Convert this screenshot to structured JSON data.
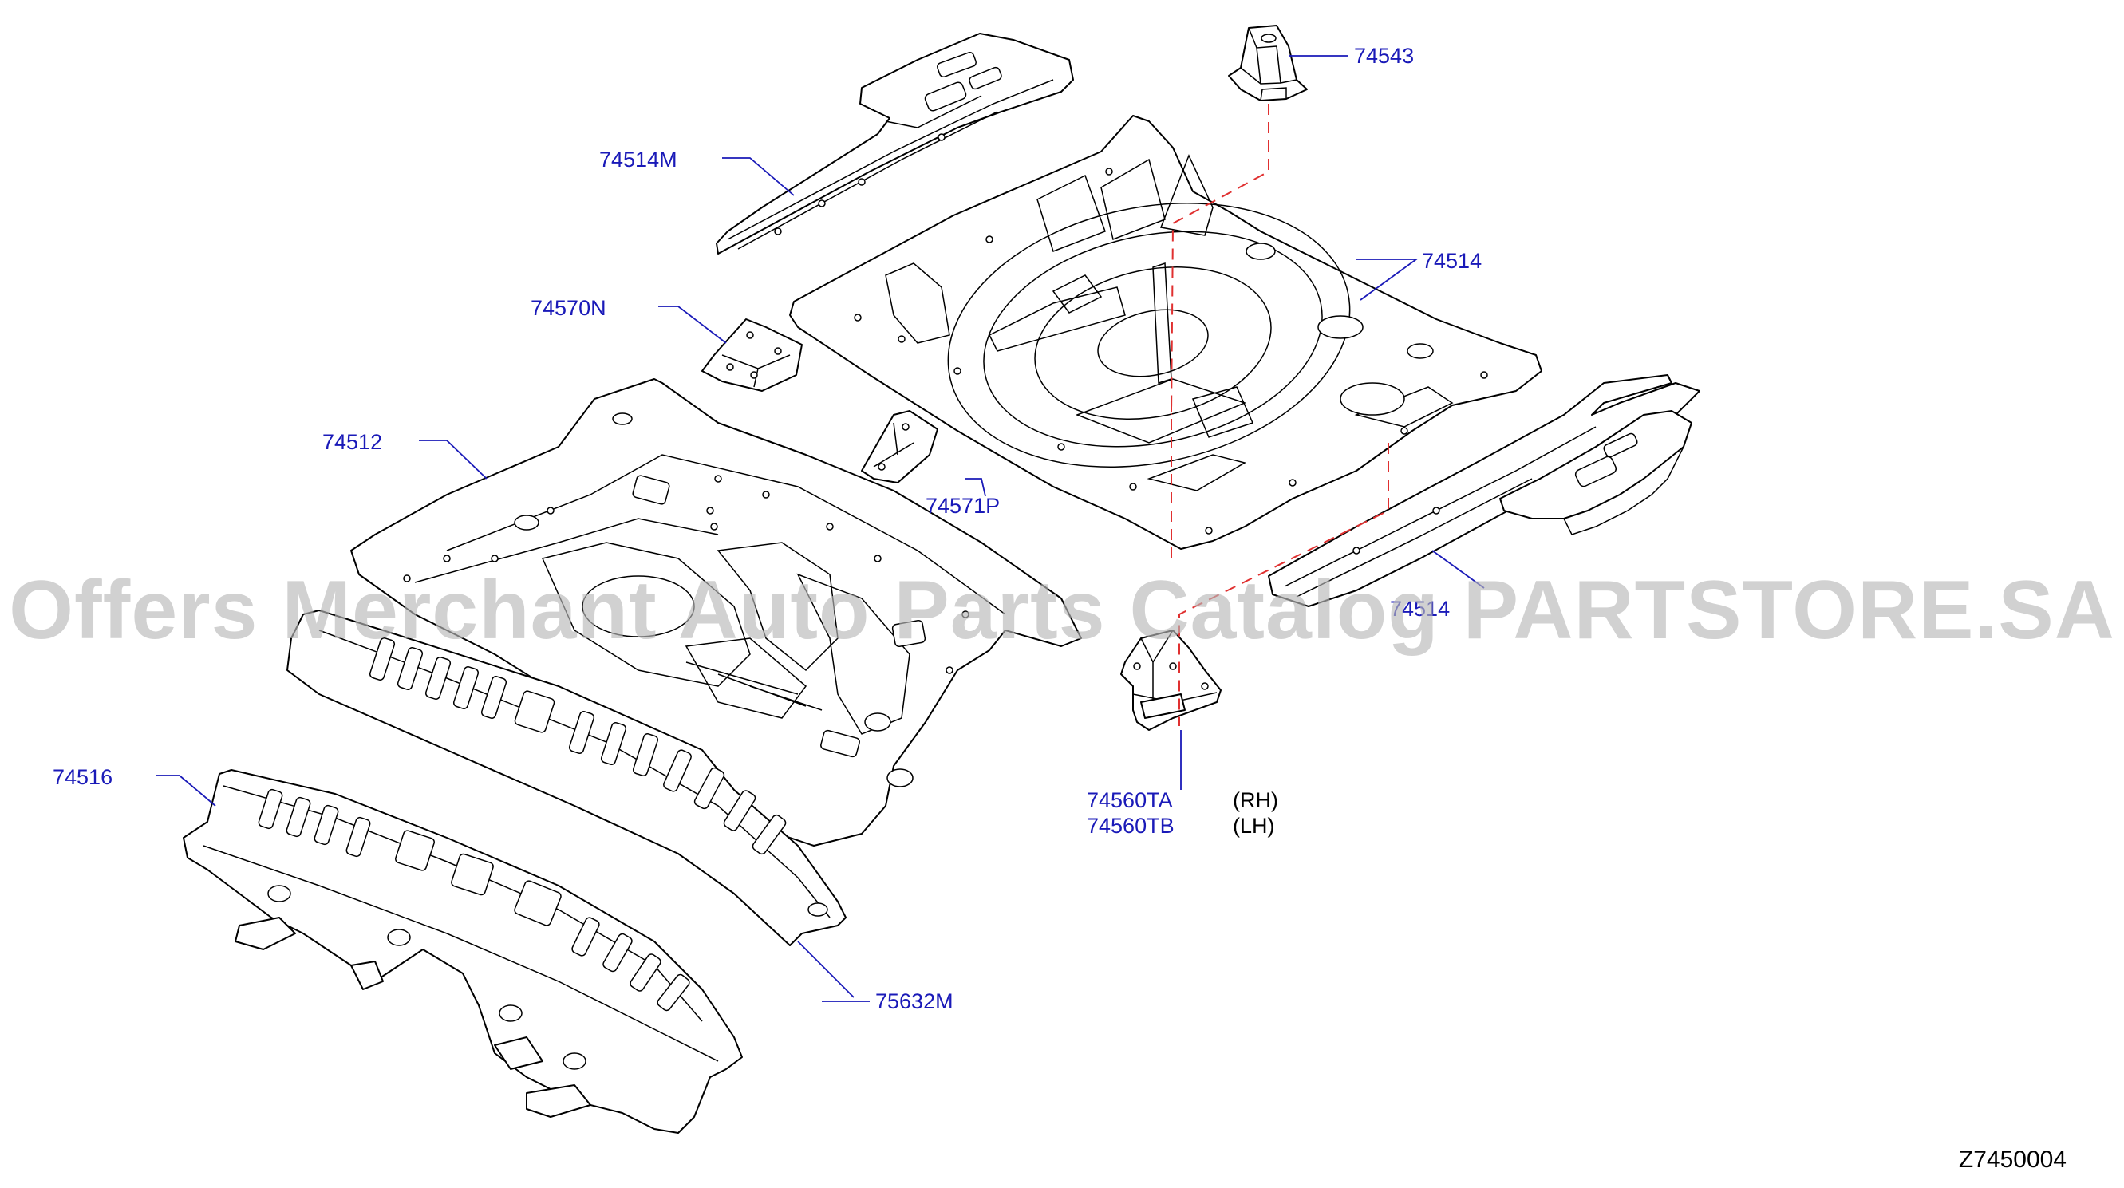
{
  "colors": {
    "callout": "#1a1ab8",
    "leader": "#1a1ab8",
    "dashed_line": "#e03030",
    "watermark": "#b8b8b8",
    "lines": "#000000"
  },
  "callouts": [
    {
      "id": "74543",
      "label": "74543"
    },
    {
      "id": "74514M",
      "label": "74514M"
    },
    {
      "id": "74514",
      "label": "74514"
    },
    {
      "id": "74570N",
      "label": "74570N"
    },
    {
      "id": "74512",
      "label": "74512"
    },
    {
      "id": "74571P",
      "label": "74571P"
    },
    {
      "id": "74514-hidden",
      "label": "74514 "
    },
    {
      "id": "74560TA",
      "label": "74560TA"
    },
    {
      "id": "74560TB",
      "label": "74560TB"
    },
    {
      "id": "74516",
      "label": "74516"
    },
    {
      "id": "75632M",
      "label": "75632M"
    }
  ],
  "side_notes": {
    "rh": "(RH)",
    "lh": "(LH)"
  },
  "watermark": "Offers Merchant Auto Parts Catalog PARTSTORE.SA",
  "diagram_code": "Z7450004"
}
